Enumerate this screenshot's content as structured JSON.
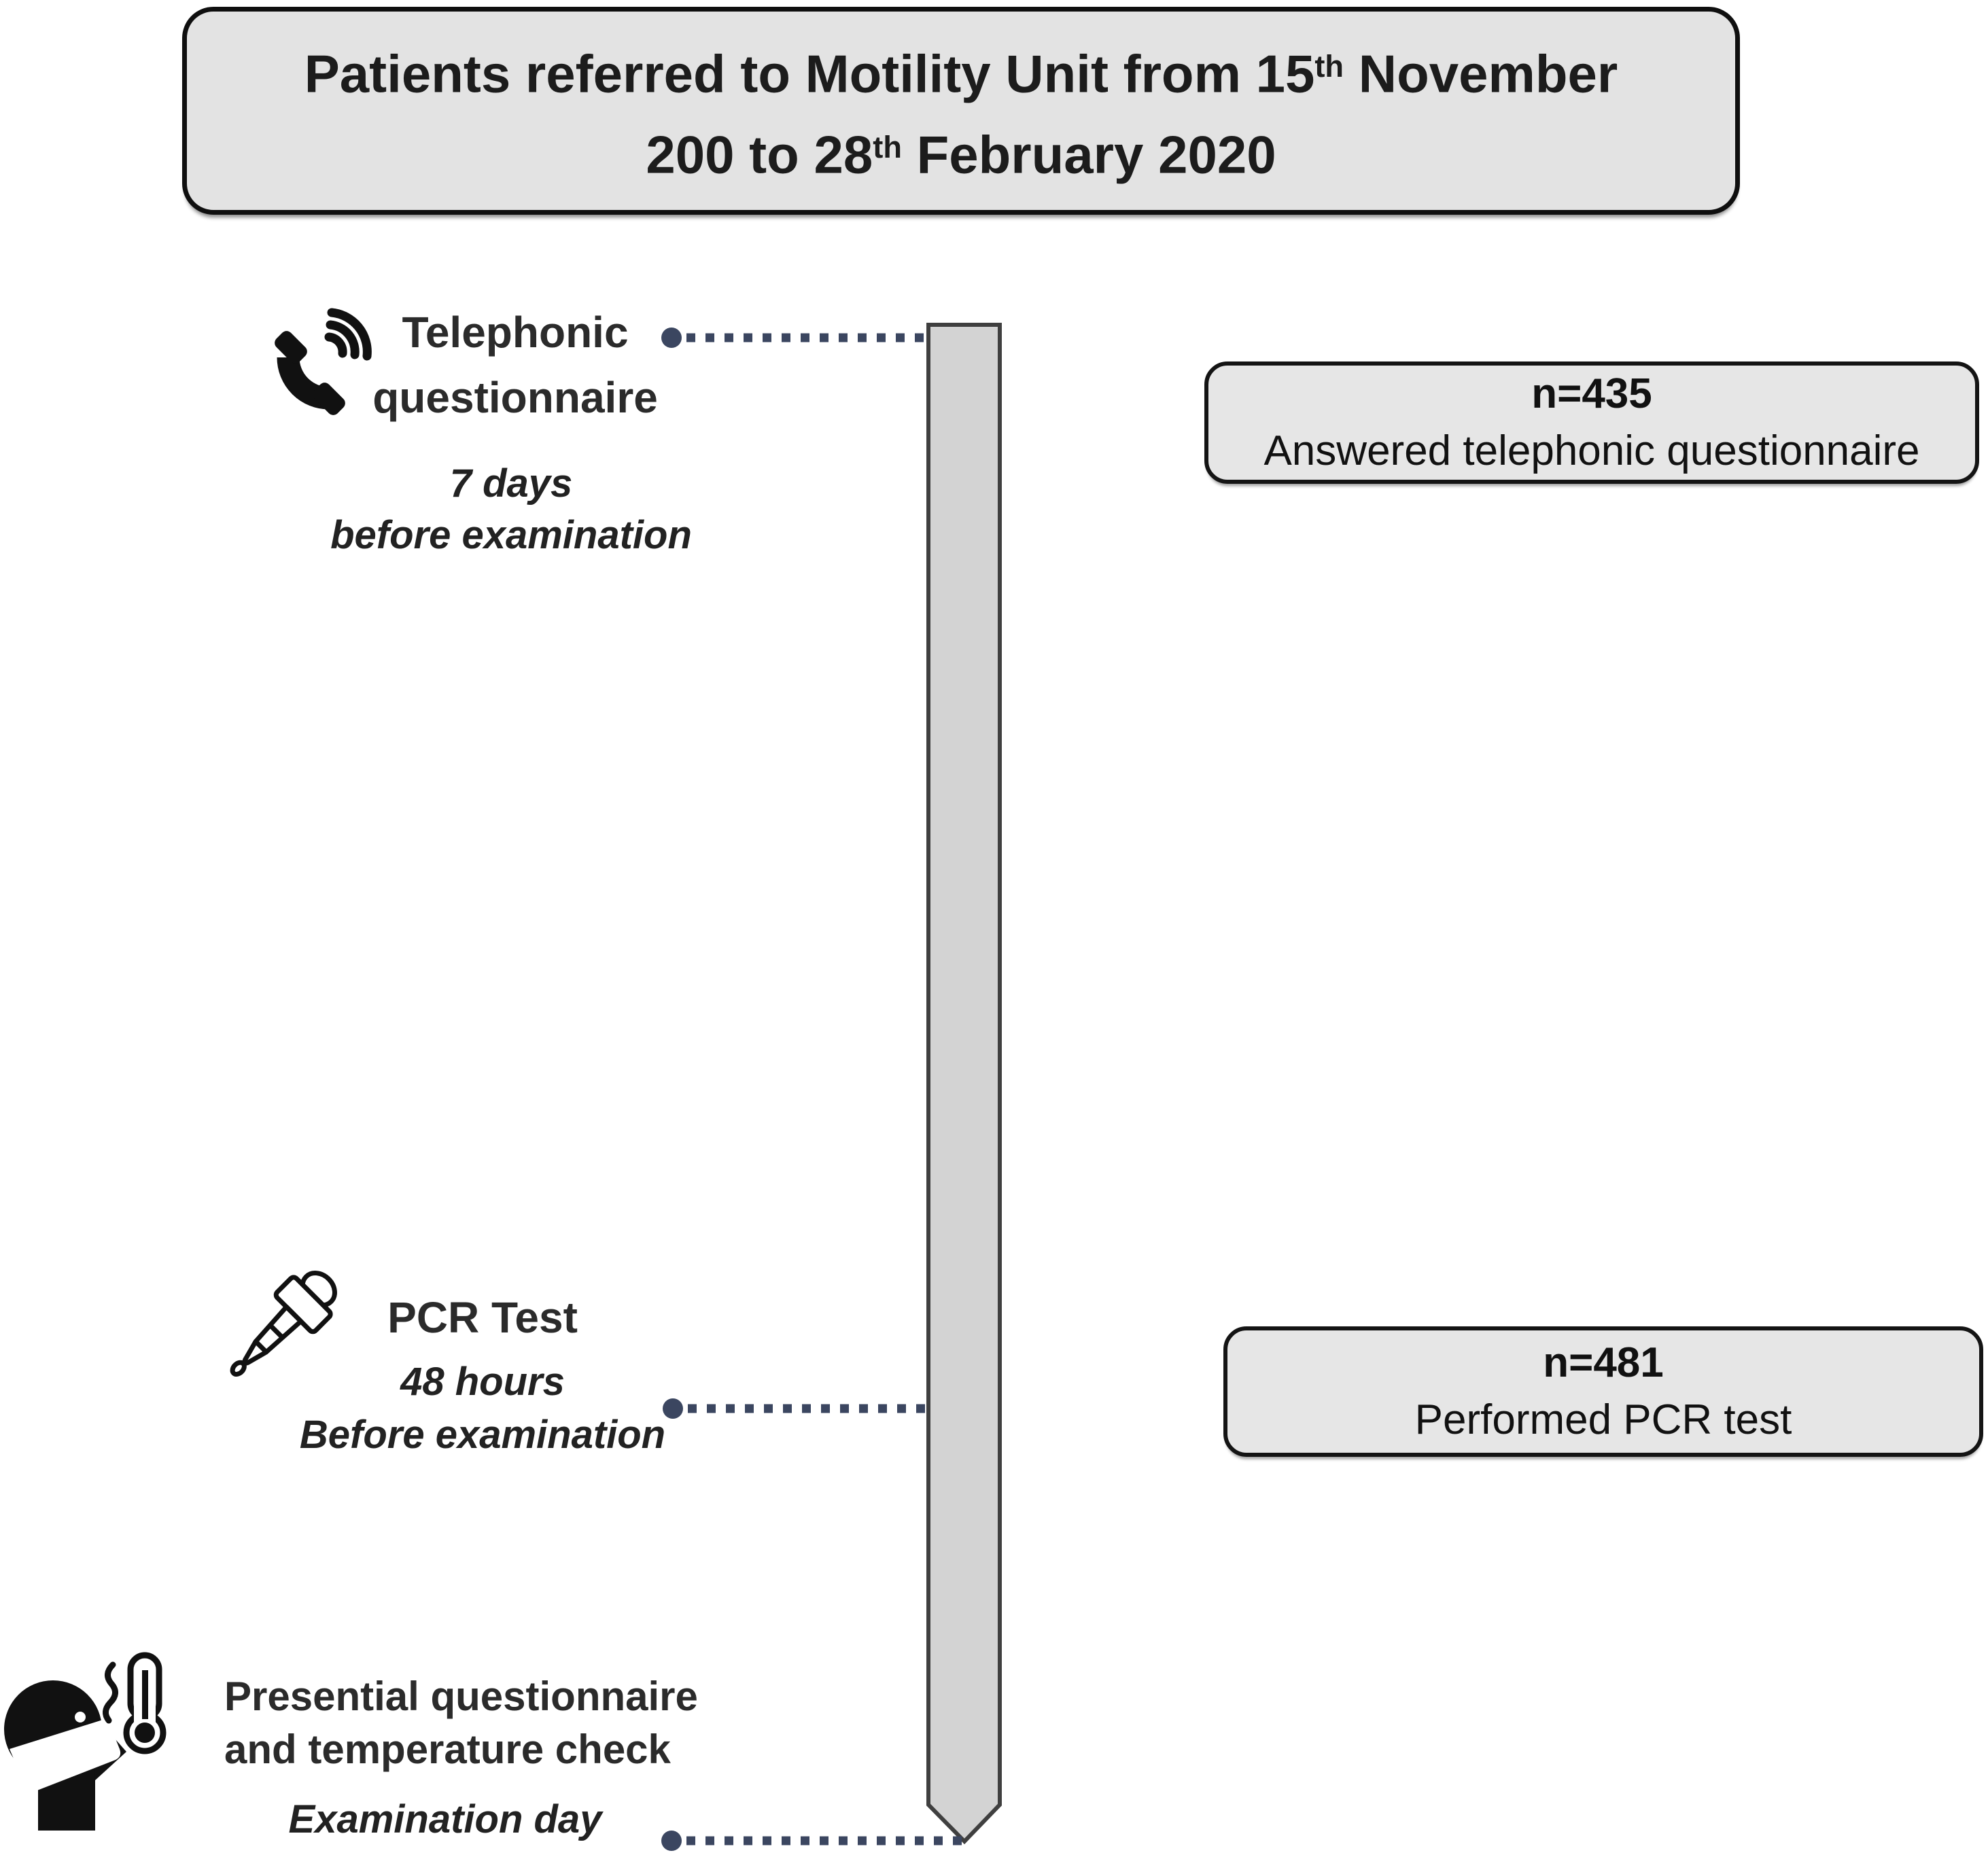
{
  "title": {
    "line1": {
      "pre": "Patients referred to Motility Unit from 15",
      "sup": "th",
      "post": " November"
    },
    "line2": {
      "pre": "200 to 28",
      "sup": "th",
      "post": " February 2020"
    }
  },
  "steps": [
    {
      "icon": "phone-icon",
      "label1": "Telephonic",
      "label2": "questionnaire",
      "time1": "7 days",
      "time2": "before examination"
    },
    {
      "icon": "pipette-icon",
      "label1": "PCR Test",
      "time1": "48 hours",
      "time2": "Before examination"
    },
    {
      "icon": "masked-face-thermometer-icon",
      "label1": "Presential questionnaire",
      "label2": "and temperature check",
      "time1": "Examination day"
    }
  ],
  "results": [
    {
      "count": "n=435",
      "description": "Answered telephonic questionnaire"
    },
    {
      "count": "n=481",
      "description": "Performed PCR test"
    }
  ],
  "colors": {
    "box_fill": "#e3e3e3",
    "box_border": "#0f0f0f",
    "bar_fill": "#d3d3d3",
    "bar_border": "#3f3f3f",
    "connector": "#3b4660",
    "icon": "#111111",
    "text": "#1f1f1f"
  }
}
